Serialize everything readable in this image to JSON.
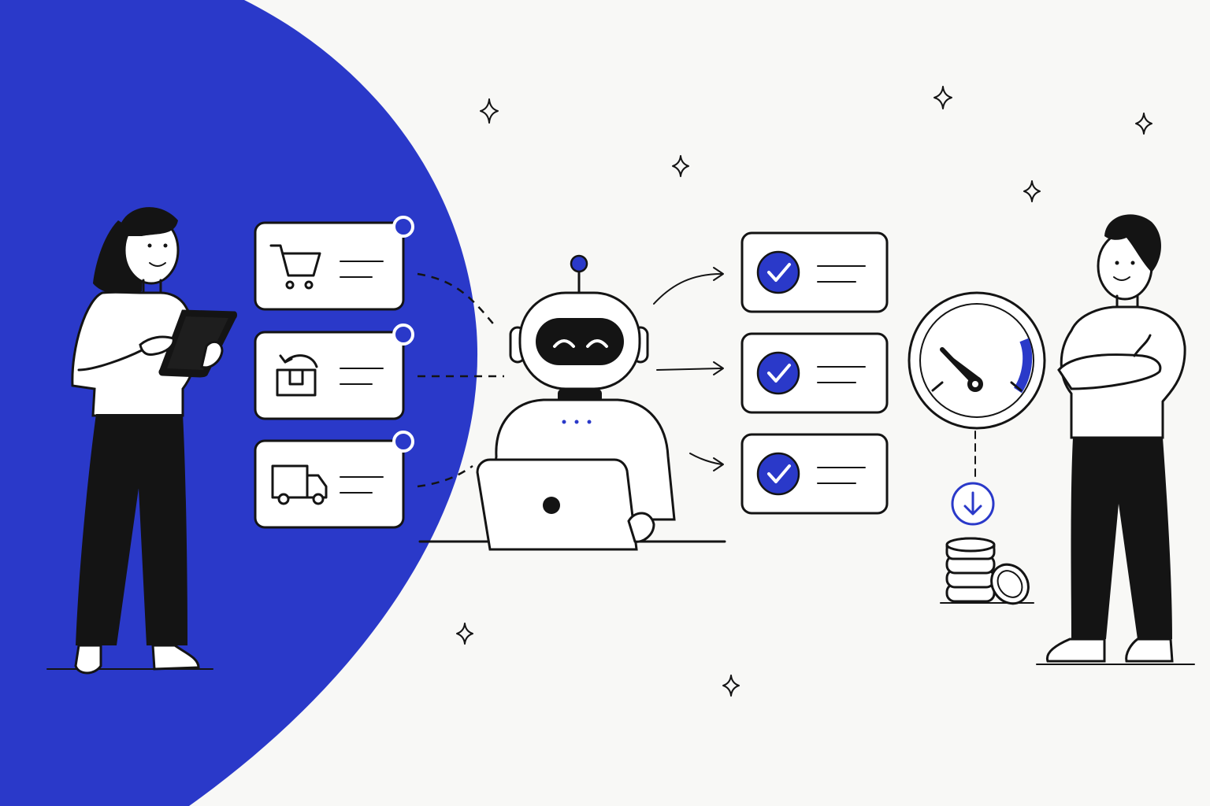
{
  "colors": {
    "accent": "#2a39c9",
    "ink": "#141414",
    "background": "#f8f8f6",
    "card": "#ffffff"
  },
  "request_cards": [
    {
      "icon": "shopping-cart-icon",
      "status": "pending"
    },
    {
      "icon": "package-return-icon",
      "status": "pending"
    },
    {
      "icon": "delivery-truck-icon",
      "status": "pending"
    }
  ],
  "resolved_cards": [
    {
      "icon": "check-circle-icon",
      "status": "done"
    },
    {
      "icon": "check-circle-icon",
      "status": "done"
    },
    {
      "icon": "check-circle-icon",
      "status": "done"
    }
  ],
  "gauge": {
    "icon": "speedometer-icon",
    "level": 0.85
  },
  "cost": {
    "icons": [
      "down-arrow-icon",
      "coin-stack-icon"
    ]
  },
  "characters": [
    "woman-with-tablet",
    "support-robot-with-laptop",
    "man-arms-crossed"
  ]
}
